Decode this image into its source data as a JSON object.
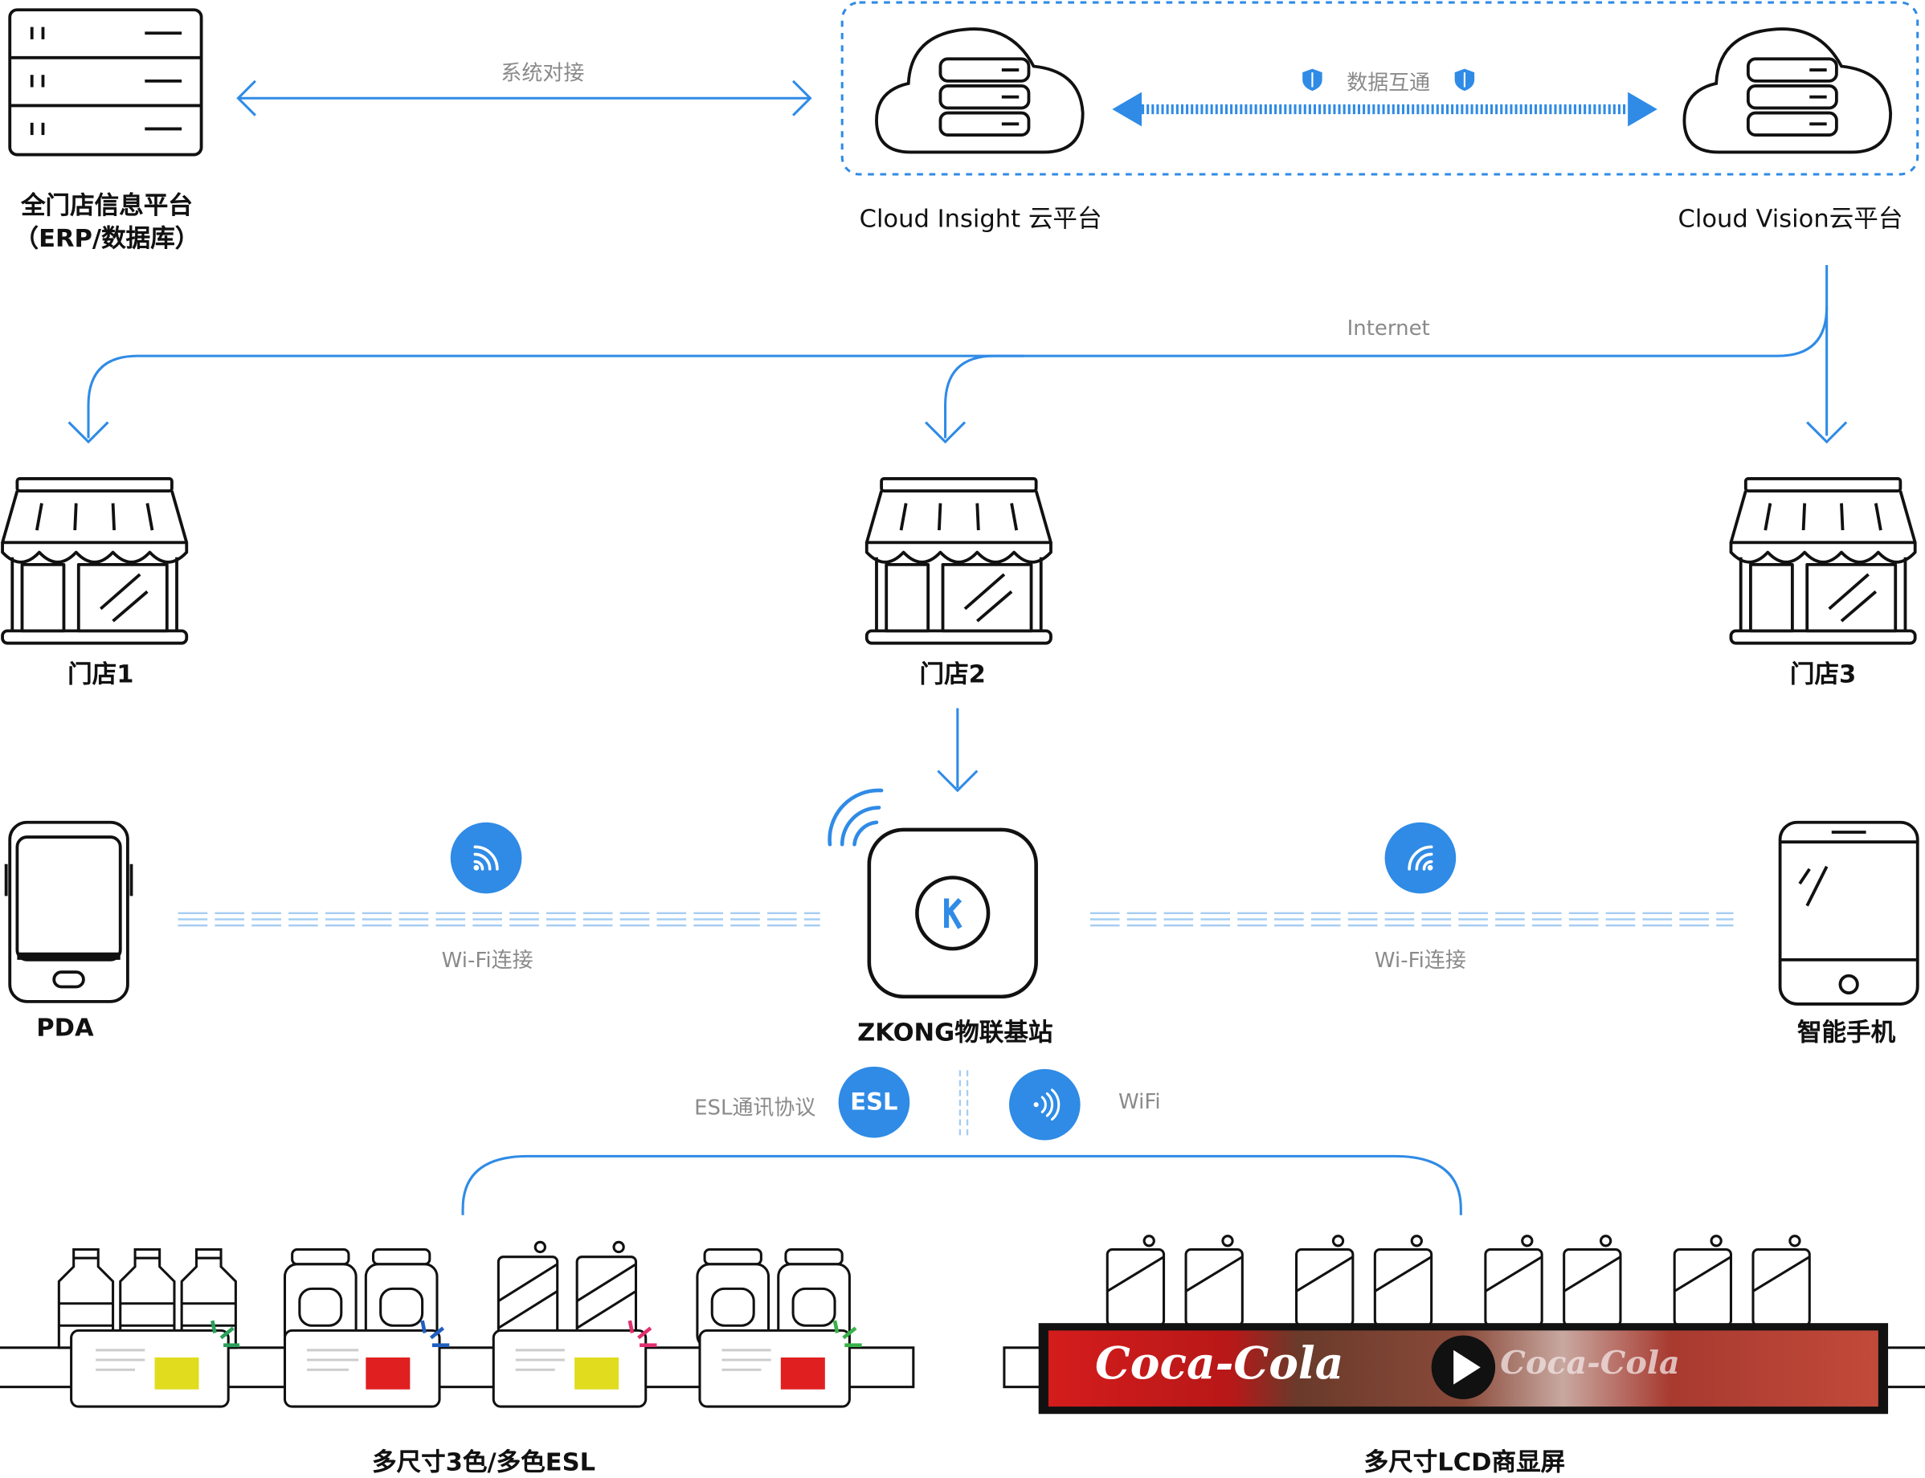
{
  "erp": {
    "label_line1": "全门店信息平台",
    "label_line2": "（ERP/数据库）"
  },
  "links": {
    "system_link": "系统对接",
    "data_exchange": "数据互通",
    "internet": "Internet"
  },
  "clouds": {
    "insight": "Cloud Insight 云平台",
    "vision": "Cloud Vision云平台"
  },
  "stores": [
    "门店1",
    "门店2",
    "门店3"
  ],
  "devices": {
    "pda": "PDA",
    "base_station": "ZKONG物联基站",
    "smartphone": "智能手机"
  },
  "wifi": {
    "left_label": "Wi-Fi连接",
    "right_label": "Wi-Fi连接"
  },
  "protocols": {
    "esl_label": "ESL通讯协议",
    "esl_badge": "ESL",
    "wifi_label": "WiFi"
  },
  "shelves": {
    "esl": "多尺寸3色/多色ESL",
    "lcd": "多尺寸LCD商显屏"
  },
  "lcd_ad_text": "Coca-Cola",
  "colors": {
    "accent": "#2f8be6",
    "esl_yellow": "#e1dc1e",
    "esl_red": "#e02020",
    "coke_red": "#d41c1c"
  }
}
